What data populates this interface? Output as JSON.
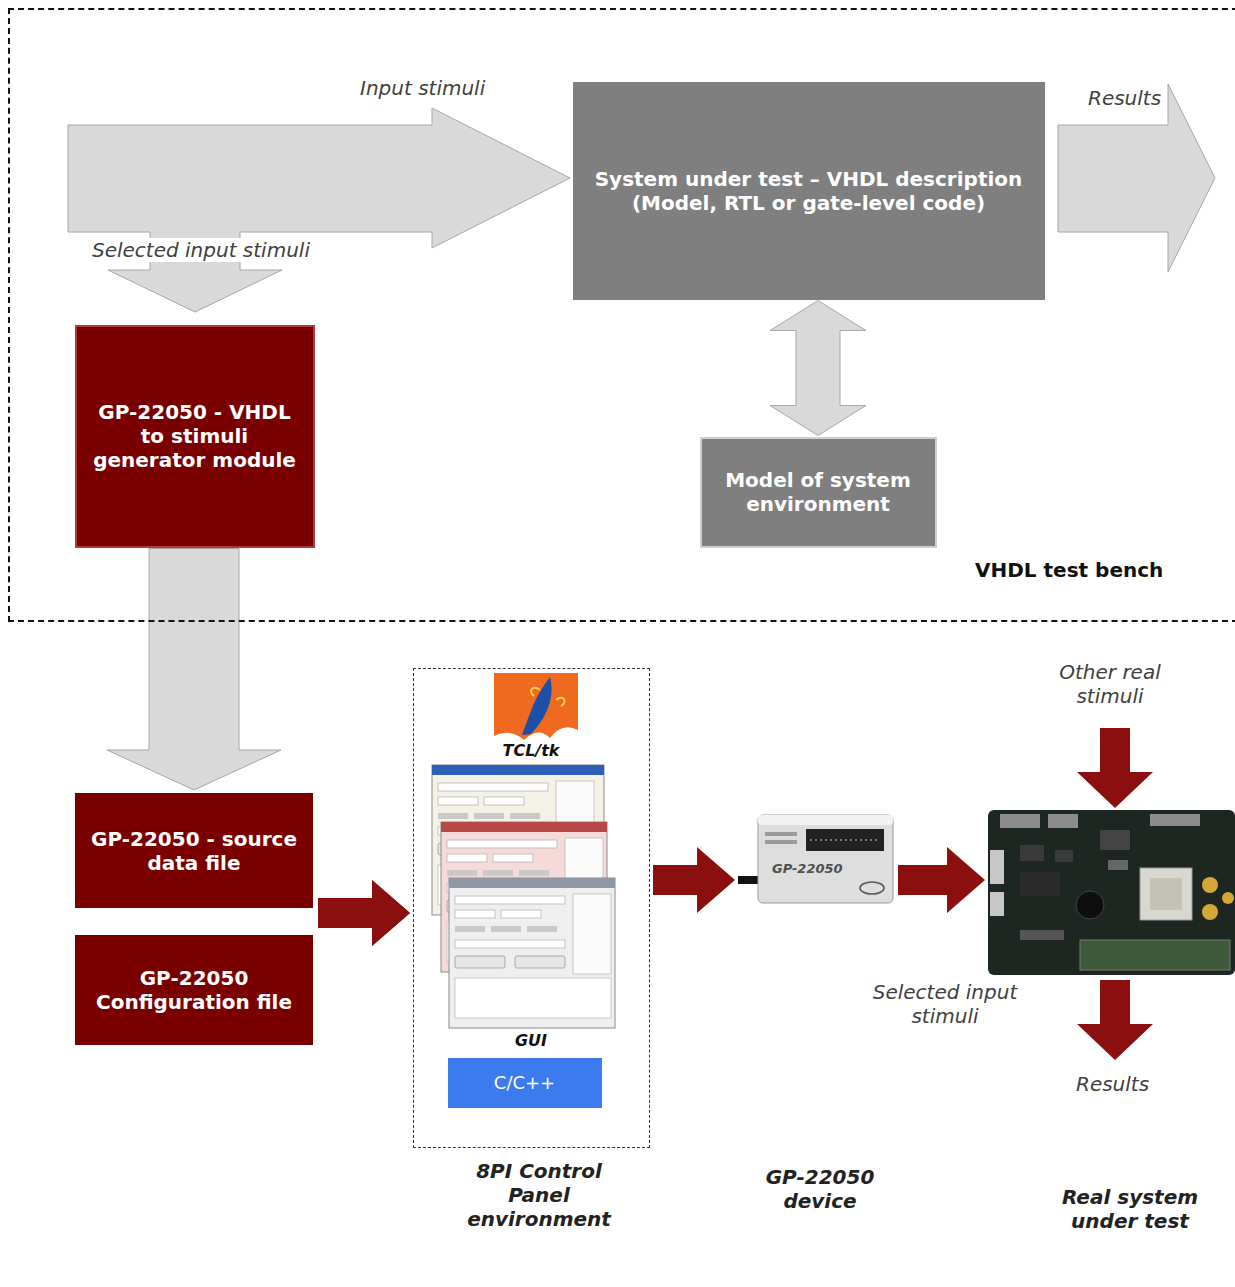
{
  "diagram": {
    "nodes": [
      {
        "text": [
          "VHDL test bench"
        ]
      },
      {
        "text": [
          "System under test – VHDL description (Model, RTL or gate-level code)"
        ],
        "in": 0
      },
      {
        "text": [
          "Model of system environment"
        ],
        "in": 0
      },
      {
        "text": [
          "GP-22050 - VHDL to stimuli generator module"
        ],
        "in": 0
      },
      {
        "text": [
          "GP-22050 - source data file"
        ]
      },
      {
        "text": [
          "GP-22050 Configuration file"
        ]
      },
      {
        "text": [
          "TCL/tk",
          "GUI",
          "8PI Control Panel environment"
        ]
      },
      {
        "text": [
          "C/C++"
        ],
        "in": 6
      },
      {
        "text": [
          "GP-22050 device"
        ]
      },
      {
        "text": [
          "Real system under test"
        ]
      }
    ],
    "edges": [
      {
        "from": 1,
        "to": 2,
        "arrow": "both"
      },
      {
        "from": 3,
        "to": 4,
        "arrow": "to"
      },
      {
        "from": 4,
        "to": 6,
        "arrow": "to"
      },
      {
        "from": 5,
        "to": 6,
        "arrow": "to"
      },
      {
        "from": 6,
        "to": 8,
        "arrow": "to"
      },
      {
        "from": 8,
        "to": 9,
        "arrow": "to"
      }
    ],
    "labels": [
      "Input stimuli",
      "Selected input stimuli",
      "Results",
      "Other real stimuli",
      "Selected input stimuli",
      "Results",
      "GP-22050"
    ]
  }
}
